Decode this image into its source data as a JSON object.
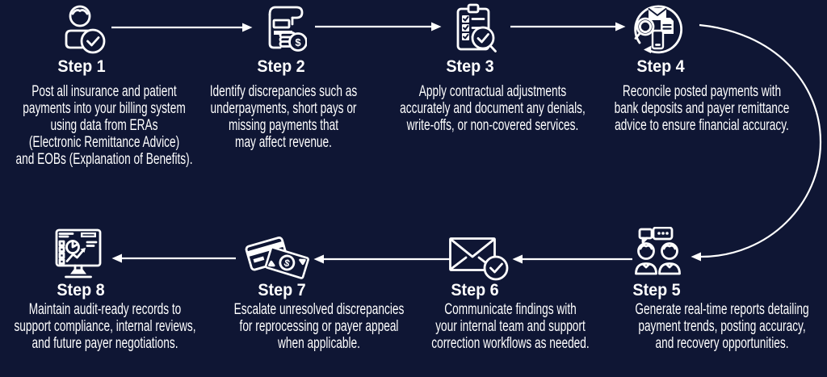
{
  "colors": {
    "background": "#0f1634",
    "foreground": "#ffffff"
  },
  "diagram": {
    "type": "process-flow",
    "flow": "steps 1-4 left to right on top row, curved connector down right side, steps 5-8 right to left on bottom row"
  },
  "steps": [
    {
      "title": "Step 1",
      "icon": "person-check-icon",
      "lines": [
        "Post all insurance and patient",
        "payments into your billing system",
        "using data from ERAs",
        "(Electronic Remittance Advice)",
        "and EOBs (Explanation of Benefits)."
      ]
    },
    {
      "title": "Step 2",
      "icon": "invoice-coins-icon",
      "lines": [
        "Identify discrepancies such as",
        "underpayments, short pays or",
        "missing payments that",
        "may affect revenue."
      ]
    },
    {
      "title": "Step 3",
      "icon": "clipboard-check-magnifier-icon",
      "lines": [
        "Apply contractual adjustments",
        "accurately and document any denials,",
        "write-offs, or non-covered services."
      ]
    },
    {
      "title": "Step 4",
      "icon": "reconcile-sync-icon",
      "lines": [
        "Reconcile posted payments with",
        "bank deposits and payer remittance",
        "advice to ensure financial accuracy."
      ]
    },
    {
      "title": "Step 5",
      "icon": "team-chat-icon",
      "lines": [
        "Generate real-time reports detailing",
        "payment trends, posting accuracy,",
        "and recovery opportunities."
      ]
    },
    {
      "title": "Step 6",
      "icon": "email-check-icon",
      "lines": [
        "Communicate findings with",
        "your internal team and support",
        "correction workflows as needed."
      ]
    },
    {
      "title": "Step 7",
      "icon": "card-cash-icon",
      "lines": [
        "Escalate unresolved discrepancies",
        "for reprocessing or payer appeal",
        "when applicable."
      ]
    },
    {
      "title": "Step 8",
      "icon": "monitor-analytics-icon",
      "lines": [
        "Maintain audit-ready records to",
        "support compliance, internal reviews,",
        "and future payer negotiations."
      ]
    }
  ]
}
